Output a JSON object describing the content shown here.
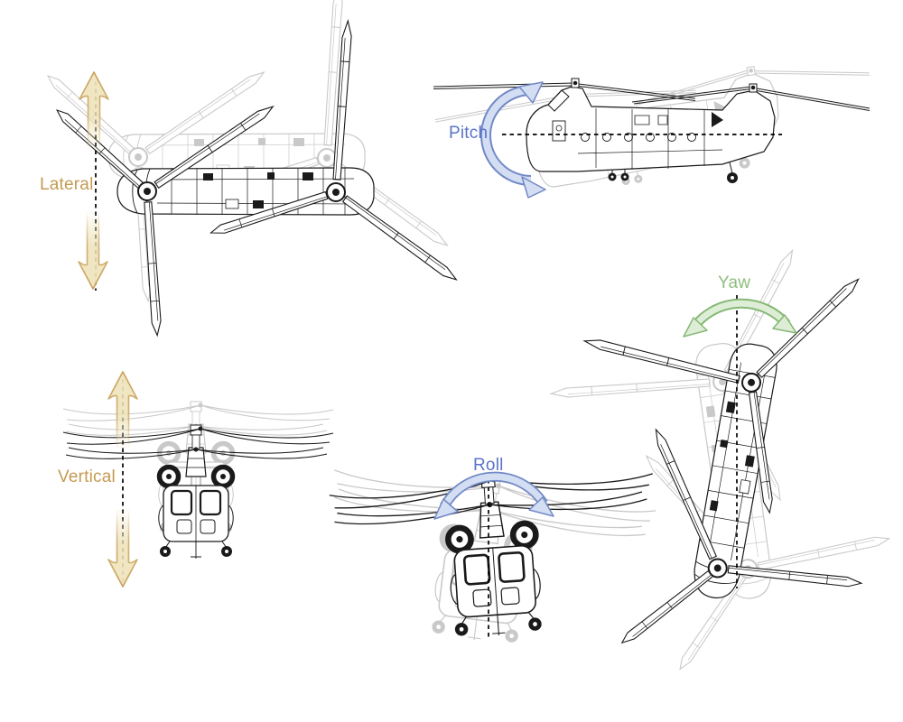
{
  "figure": {
    "views": [
      {
        "id": "lateral",
        "label": "Lateral",
        "motion": "translation",
        "drawing": "chinook-top-view",
        "arrow": "straight-double-arrow",
        "color": "#C49B52"
      },
      {
        "id": "pitch",
        "label": "Pitch",
        "motion": "rotation",
        "drawing": "chinook-side-view",
        "arrow": "curved-double-arrow",
        "color": "#5B74C9"
      },
      {
        "id": "vertical",
        "label": "Vertical",
        "motion": "translation",
        "drawing": "chinook-front-view",
        "arrow": "straight-double-arrow",
        "color": "#C49B52"
      },
      {
        "id": "roll",
        "label": "Roll",
        "motion": "rotation",
        "drawing": "chinook-front-view",
        "arrow": "curved-double-arrow",
        "color": "#5B74C9"
      },
      {
        "id": "yaw",
        "label": "Yaw",
        "motion": "rotation",
        "drawing": "chinook-top-view",
        "arrow": "curved-double-arrow",
        "color": "#8EBE7D"
      }
    ]
  },
  "palette": {
    "tan-text": "#C49B52",
    "tan-stroke": "#C8A058",
    "tan-fill": "#F0E5C0",
    "blue-text": "#5B74C9",
    "blue-stroke": "#7289C6",
    "blue-fill": "#D3DEF3",
    "green-text": "#8EBE7D",
    "green-stroke": "#85B873",
    "green-fill": "#DEEDD6",
    "ink": "#1A1A1A",
    "ghost": "#C9C9C9",
    "axis": "#000000",
    "background": "#FFFFFF"
  }
}
